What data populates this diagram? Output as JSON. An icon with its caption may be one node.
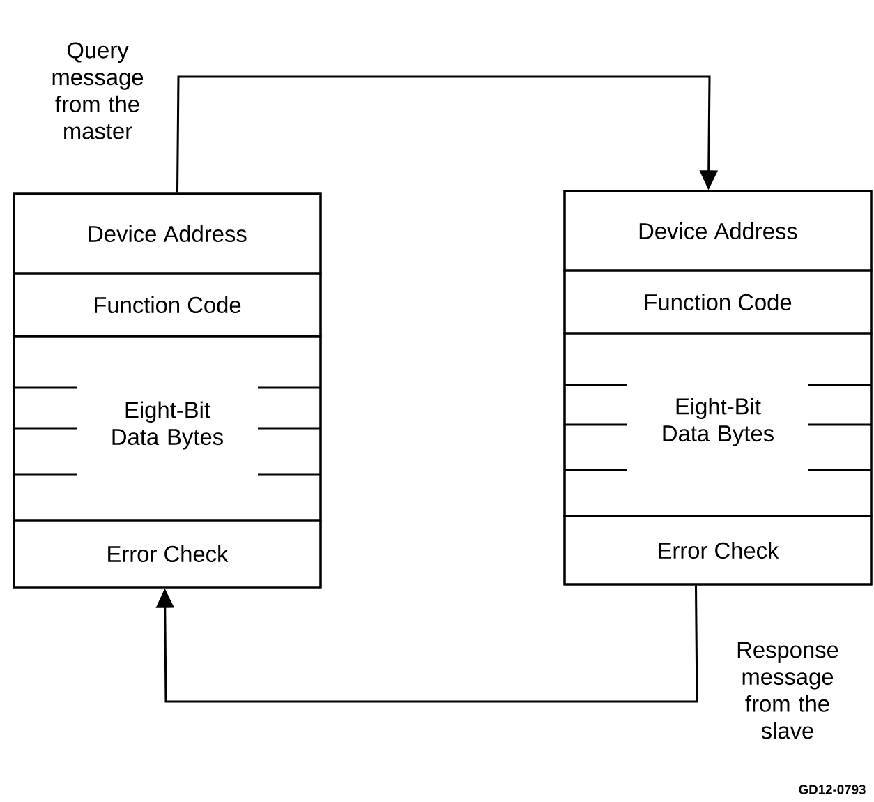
{
  "diagram": {
    "nodes": [
      {
        "text": [],
        "shape": "box"
      },
      {
        "text": [
          "Device Address"
        ],
        "in": 0
      },
      {
        "text": [
          "Function Code"
        ],
        "in": 0
      },
      {
        "text": [
          "Eight-Bit Data Bytes"
        ],
        "in": 0
      },
      {
        "text": [
          "Error Check"
        ],
        "in": 0
      },
      {
        "text": [],
        "shape": "box"
      },
      {
        "text": [
          "Device Address"
        ],
        "in": 5
      },
      {
        "text": [
          "Function Code"
        ],
        "in": 5
      },
      {
        "text": [
          "Eight-Bit Data Bytes"
        ],
        "in": 5
      },
      {
        "text": [
          "Error Check"
        ],
        "in": 5
      }
    ],
    "edges": [
      {
        "from": 0,
        "to": 5,
        "arrow": "to"
      },
      {
        "from": 5,
        "to": 0,
        "arrow": "to"
      }
    ],
    "labels": [
      "Query message from the master",
      "Response message from the slave",
      "GD12-0793"
    ]
  }
}
